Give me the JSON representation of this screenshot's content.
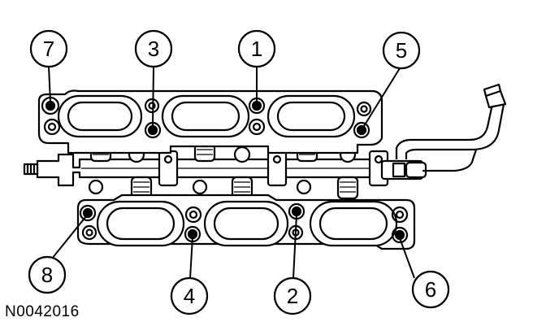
{
  "diagram": {
    "figure_id": "N0042016",
    "callouts": [
      {
        "id": "callout-7",
        "label": "7"
      },
      {
        "id": "callout-3",
        "label": "3"
      },
      {
        "id": "callout-1",
        "label": "1"
      },
      {
        "id": "callout-5",
        "label": "5"
      },
      {
        "id": "callout-8",
        "label": "8"
      },
      {
        "id": "callout-4",
        "label": "4"
      },
      {
        "id": "callout-2",
        "label": "2"
      },
      {
        "id": "callout-6",
        "label": "6"
      }
    ]
  }
}
